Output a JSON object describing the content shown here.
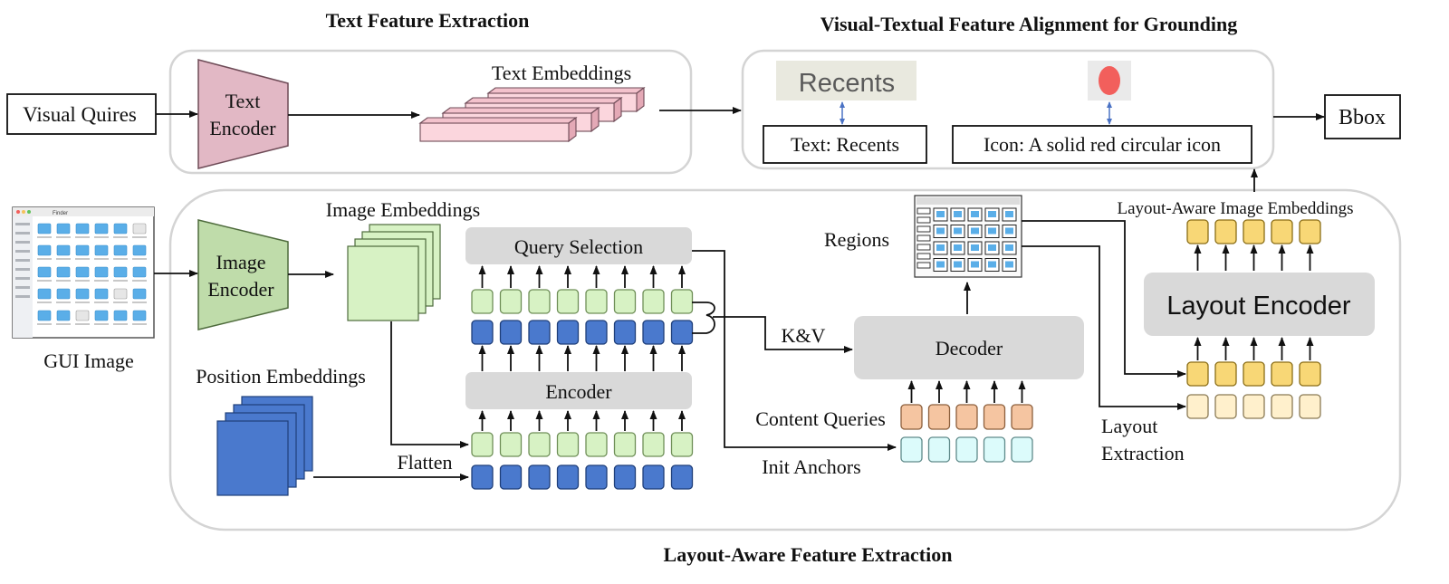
{
  "sections": {
    "text_feature_extraction": "Text Feature Extraction",
    "alignment": "Visual-Textual Feature Alignment for Grounding",
    "layout_feature_extraction": "Layout-Aware Feature Extraction"
  },
  "inputs": {
    "visual_queries": "Visual Quires",
    "gui_image": "GUI Image"
  },
  "text_encoder": {
    "line1": "Text",
    "line2": "Encoder"
  },
  "text_embeddings": "Text Embeddings",
  "alignment": {
    "recents_crop": "Recents",
    "text_query": "Text: Recents",
    "icon_query": "Icon: A solid red circular icon"
  },
  "output": "Bbox",
  "image_encoder": {
    "line1": "Image",
    "line2": "Encoder"
  },
  "image_embeddings": "Image Embeddings",
  "position_embeddings": "Position Embeddings",
  "flatten": "Flatten",
  "query_selection": "Query Selection",
  "encoder": "Encoder",
  "kv": "K&V",
  "decoder": "Decoder",
  "content_queries": "Content Queries",
  "init_anchors": "Init Anchors",
  "regions": "Regions",
  "layout_encoder": "Layout Encoder",
  "layout_aware_embeddings": "Layout-Aware Image Embeddings",
  "layout_extraction": {
    "line1": "Layout",
    "line2": "Extraction"
  },
  "gui_thumbnail_title": "Finder",
  "colors": {
    "text_encoder": "#e2b8c5",
    "text_embedding": "#fbd6dd",
    "image_encoder": "#bfdcaa",
    "image_embedding": "#d7f2c4",
    "position_embedding": "#4a79cd",
    "token_green": "#d7f2c4",
    "token_blue": "#4a79cd",
    "token_yellow": "#f8d776",
    "token_cream": "#fff0cc",
    "token_peach": "#f5c5a1",
    "token_cyan": "#dcfbfb",
    "gray_block": "#d9d9d9",
    "red_icon": "#f25f5c",
    "double_arrow": "#4a72c4"
  }
}
